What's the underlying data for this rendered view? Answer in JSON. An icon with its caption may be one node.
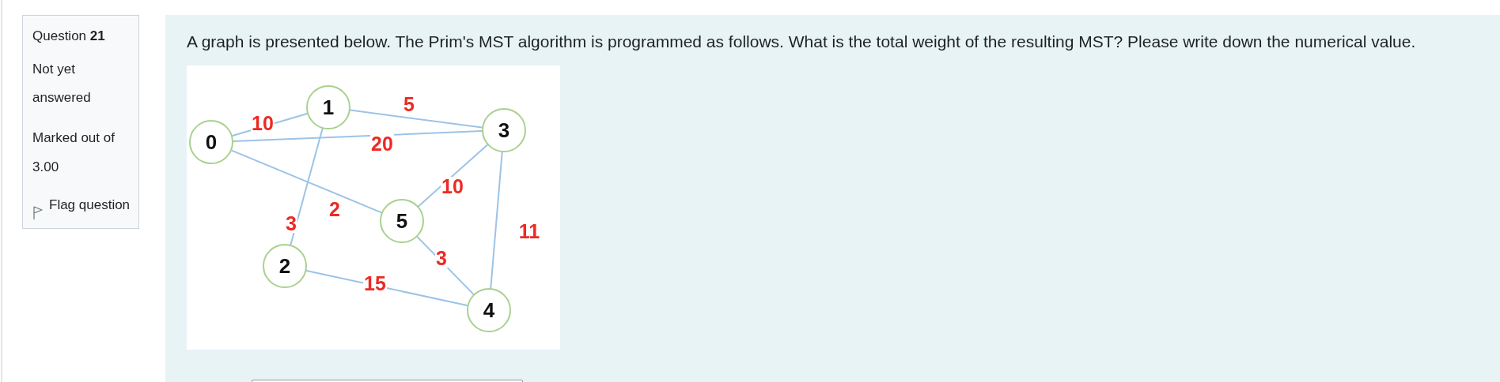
{
  "diagram": {
    "nodes": [
      {
        "text": [
          "Question **21**",
          "Not yet answered",
          "Marked out of 3.00",
          "Flag question"
        ]
      },
      {
        "text": [
          "A graph is presented below. The Prim's MST algorithm is programmed as follows. What is the total weight of the resulting MST? Please write down the numerical value."
        ]
      },
      {
        "text": [
          "0"
        ],
        "in": 1
      },
      {
        "text": [
          "1"
        ],
        "in": 1
      },
      {
        "text": [
          "2"
        ],
        "in": 1
      },
      {
        "text": [
          "3"
        ],
        "in": 1
      },
      {
        "text": [
          "4"
        ],
        "in": 1
      },
      {
        "text": [
          "5"
        ],
        "in": 1
      }
    ],
    "edges": [
      {
        "from": 2,
        "to": 3,
        "arrow": "none",
        "label": "10"
      },
      {
        "from": 3,
        "to": 5,
        "arrow": "none",
        "label": "5"
      },
      {
        "from": 2,
        "to": 5,
        "arrow": "none",
        "label": "20"
      },
      {
        "from": 2,
        "to": 7,
        "arrow": "none",
        "label": "2"
      },
      {
        "from": 3,
        "to": 4,
        "arrow": "none",
        "label": "3"
      },
      {
        "from": 5,
        "to": 7,
        "arrow": "none",
        "label": "10"
      },
      {
        "from": 5,
        "to": 6,
        "arrow": "none",
        "label": "11"
      },
      {
        "from": 7,
        "to": 6,
        "arrow": "none",
        "label": "3"
      },
      {
        "from": 4,
        "to": 6,
        "arrow": "none",
        "label": "15"
      }
    ]
  }
}
